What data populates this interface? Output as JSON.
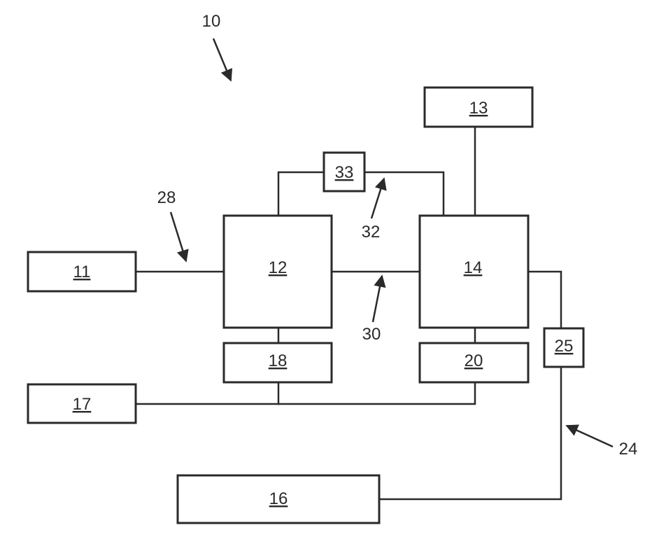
{
  "figure": {
    "reference": "10"
  },
  "blocks": {
    "b11": "11",
    "b12": "12",
    "b13": "13",
    "b14": "14",
    "b16": "16",
    "b17": "17",
    "b18": "18",
    "b20": "20",
    "b25": "25",
    "b33": "33"
  },
  "connections": {
    "c24": "24",
    "c28": "28",
    "c30": "30",
    "c32": "32"
  },
  "colors": {
    "line": "#2a2a2a",
    "background": "#ffffff"
  }
}
